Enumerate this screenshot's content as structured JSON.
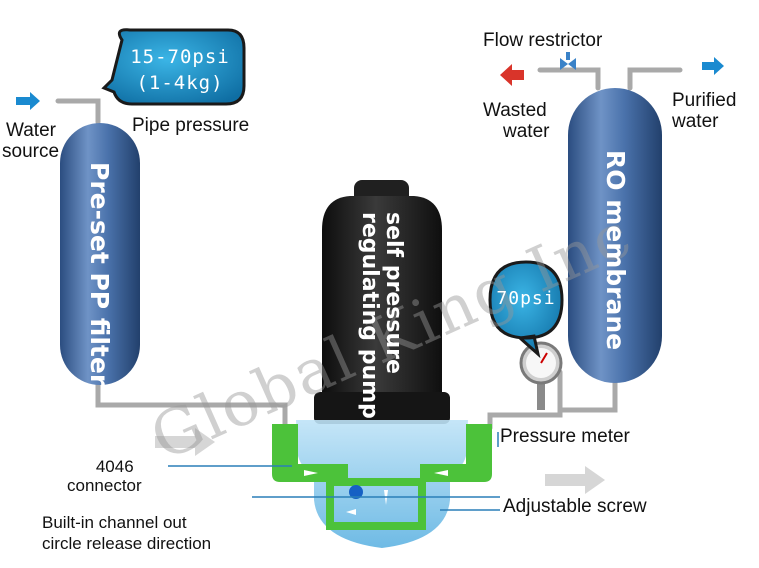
{
  "pipe_pressure_bubble": {
    "line1": "15-70psi",
    "line2": "(1-4kg)"
  },
  "pump_pressure_bubble": {
    "value": "70psi"
  },
  "labels": {
    "water_source_line1": "Water",
    "water_source_line2": "source",
    "pipe_pressure": "Pipe pressure",
    "flow_restrictor": "Flow restrictor",
    "wasted_water_line1": "Wasted",
    "wasted_water_line2": "water",
    "purified_water_line1": "Purified",
    "purified_water_line2": "water",
    "pressure_meter": "Pressure meter",
    "connector_line1": "4046",
    "connector_line2": "connector",
    "adjustable_screw": "Adjustable screw",
    "channel_line1": "Built-in channel out",
    "channel_line2": "circle release direction"
  },
  "components": {
    "pp_filter": "Pre-set PP filter",
    "ro_membrane": "RO membrane",
    "pump_line1": "self pressure",
    "pump_line2": "regulating pump"
  },
  "watermark": "Global King Inc",
  "colors": {
    "vessel_blue": "#3f67a0",
    "bubble_teal": "#1d8fc2",
    "flow_arrow_blue": "#1a8ad0",
    "waste_arrow_red": "#d9342a",
    "connector_green": "#4cc23a",
    "pump_black": "#1b1b1b"
  }
}
